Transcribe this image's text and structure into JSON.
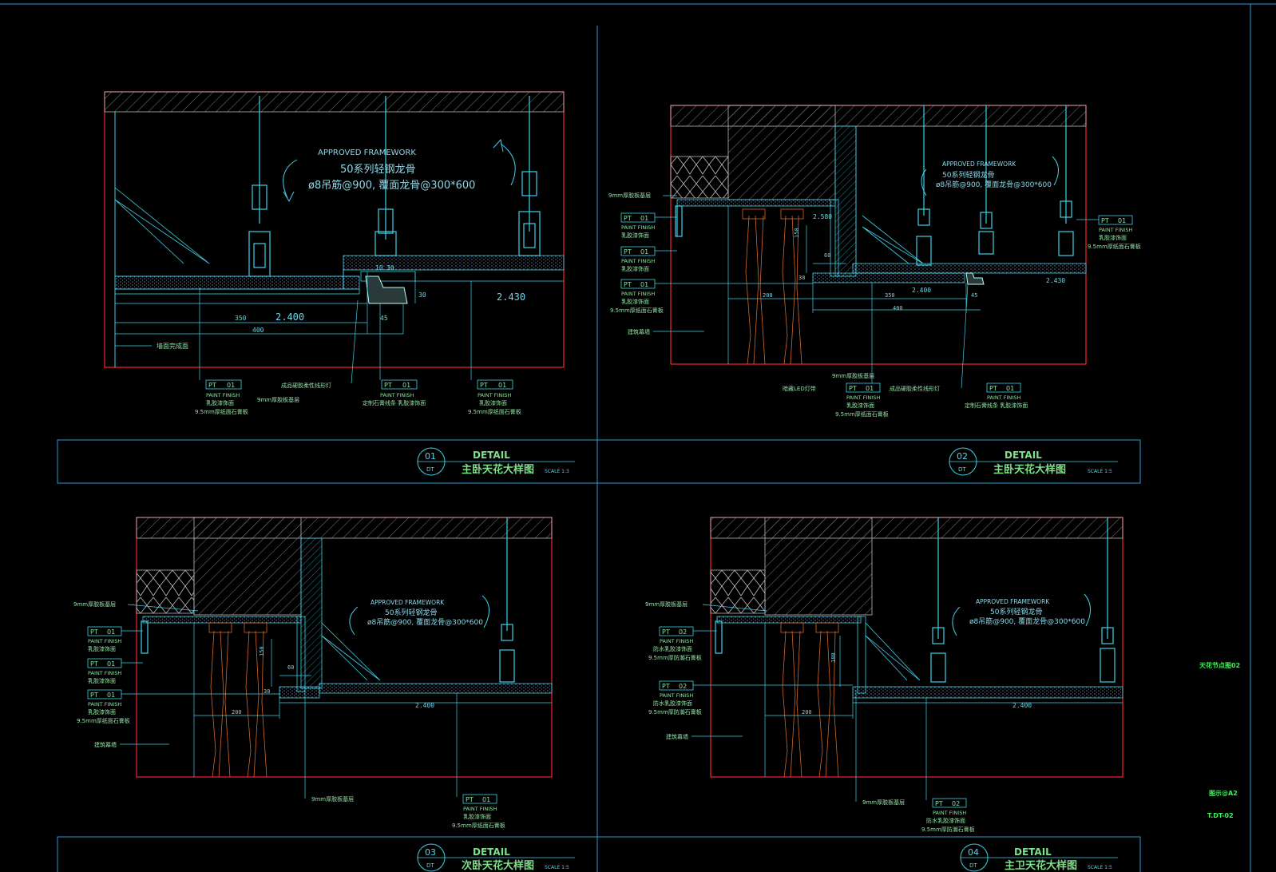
{
  "colors": {
    "background": "#000000",
    "frame": "#2a9ad6",
    "border_red": "#ff2030",
    "struct": "#3fd0e8",
    "label": "#8fe0a0",
    "curtain": "#d06828",
    "sheet": "#3ef05a"
  },
  "sheet_info": {
    "drawing_name": "天花节点图02",
    "paper": "图示@A2",
    "number": "T.DT-02"
  },
  "details": [
    {
      "id": "d1",
      "no": "01",
      "sub": "DT",
      "detail": "DETAIL",
      "title": "主卧天花大样图",
      "scale": "SCALE 1:3",
      "fw": {
        "l1": "APPROVED FRAMEWORK",
        "l2": "50系列轻钢龙骨",
        "l3": "ø8吊筋@900, 覆面龙骨@300*600"
      },
      "dims": {
        "a": "350",
        "b": "400",
        "c": "45",
        "d": "30",
        "e": "10",
        "f": "30",
        "g": "2.400",
        "h": "2.430"
      },
      "wall": "墙面完成面",
      "led": "成品硬胶柔性线形灯",
      "led_note": "9mm厚胶板基层",
      "tags": [
        {
          "code": "PT",
          "num": "01",
          "finish": "PAINT FINISH",
          "t1": "乳胶漆饰面",
          "t2": "9.5mm厚纸面石膏板"
        },
        {
          "code": "PT",
          "num": "01",
          "finish": "PAINT FINISH",
          "t1": "定制石膏线条 乳胶漆饰面",
          "t2": ""
        },
        {
          "code": "PT",
          "num": "01",
          "finish": "PAINT FINISH",
          "t1": "乳胶漆饰面",
          "t2": "9.5mm厚纸面石膏板"
        }
      ]
    },
    {
      "id": "d2",
      "no": "02",
      "sub": "DT",
      "detail": "DETAIL",
      "title": "主卧天花大样图",
      "scale": "SCALE 1:5",
      "fw": {
        "l1": "APPROVED FRAMEWORK",
        "l2": "50系列轻钢龙骨",
        "l3": "ø8吊筋@900, 覆面龙骨@300*600"
      },
      "dims": {
        "a": "350",
        "b": "400",
        "c": "200",
        "d": "150",
        "e": "60",
        "f": "30",
        "g": "2.400",
        "h": "2.430",
        "i": "2.580",
        "j": "45"
      },
      "base": "9mm厚胶板基层",
      "curtain": "建筑幕墙",
      "hidden_led": "暗藏LED灯带",
      "base2": "9mm厚胶板基层",
      "led": "成品硬胶柔性线形灯",
      "left_tags": [
        {
          "code": "PT",
          "num": "01",
          "finish": "PAINT FINISH",
          "t1": "乳胶漆饰面",
          "t2": ""
        },
        {
          "code": "PT",
          "num": "01",
          "finish": "PAINT FINISH",
          "t1": "乳胶漆饰面",
          "t2": ""
        },
        {
          "code": "PT",
          "num": "01",
          "finish": "PAINT FINISH",
          "t1": "乳胶漆饰面",
          "t2": "9.5mm厚纸面石膏板"
        }
      ],
      "right_tag": {
        "code": "PT",
        "num": "01",
        "finish": "PAINT FINISH",
        "t1": "乳胶漆饰面",
        "t2": "9.5mm厚纸面石膏板"
      },
      "bottom_tags": [
        {
          "code": "PT",
          "num": "01",
          "finish": "PAINT FINISH",
          "t1": "乳胶漆饰面",
          "t2": "9.5mm厚纸面石膏板"
        },
        {
          "code": "PT",
          "num": "01",
          "finish": "PAINT FINISH",
          "t1": "定制石膏线条 乳胶漆饰面",
          "t2": ""
        }
      ]
    },
    {
      "id": "d3",
      "no": "03",
      "sub": "DT",
      "detail": "DETAIL",
      "title": "次卧天花大样图",
      "scale": "SCALE 1:5",
      "fw": {
        "l1": "APPROVED FRAMEWORK",
        "l2": "50系列轻钢龙骨",
        "l3": "ø8吊筋@900, 覆面龙骨@300*600"
      },
      "dims": {
        "a": "200",
        "b": "150",
        "c": "60",
        "d": "30",
        "g": "2.400"
      },
      "base": "9mm厚胶板基层",
      "curtain": "建筑幕墙",
      "base2": "9mm厚胶板基层",
      "left_tags": [
        {
          "code": "PT",
          "num": "01",
          "finish": "PAINT FINISH",
          "t1": "乳胶漆饰面",
          "t2": ""
        },
        {
          "code": "PT",
          "num": "01",
          "finish": "PAINT FINISH",
          "t1": "乳胶漆饰面",
          "t2": ""
        },
        {
          "code": "PT",
          "num": "01",
          "finish": "PAINT FINISH",
          "t1": "乳胶漆饰面",
          "t2": "9.5mm厚纸面石膏板"
        }
      ],
      "bottom_tag": {
        "code": "PT",
        "num": "01",
        "finish": "PAINT FINISH",
        "t1": "乳胶漆饰面",
        "t2": "9.5mm厚纸面石膏板"
      }
    },
    {
      "id": "d4",
      "no": "04",
      "sub": "DT",
      "detail": "DETAIL",
      "title": "主卫天花大样图",
      "scale": "SCALE 1:5",
      "fw": {
        "l1": "APPROVED FRAMEWORK",
        "l2": "50系列轻钢龙骨",
        "l3": "ø8吊筋@900, 覆面龙骨@300*600"
      },
      "dims": {
        "a": "200",
        "b": "180",
        "g": "2.400"
      },
      "base": "9mm厚胶板基层",
      "curtain": "建筑幕墙",
      "base2": "9mm厚胶板基层",
      "left_tags": [
        {
          "code": "PT",
          "num": "02",
          "finish": "PAINT FINISH",
          "t1": "防水乳胶漆饰面",
          "t2": "9.5mm厚防潮石膏板"
        },
        {
          "code": "PT",
          "num": "02",
          "finish": "PAINT FINISH",
          "t1": "防水乳胶漆饰面",
          "t2": "9.5mm厚防潮石膏板"
        }
      ],
      "bottom_tag": {
        "code": "PT",
        "num": "02",
        "finish": "PAINT FINISH",
        "t1": "防水乳胶漆饰面",
        "t2": "9.5mm厚防潮石膏板"
      }
    }
  ]
}
